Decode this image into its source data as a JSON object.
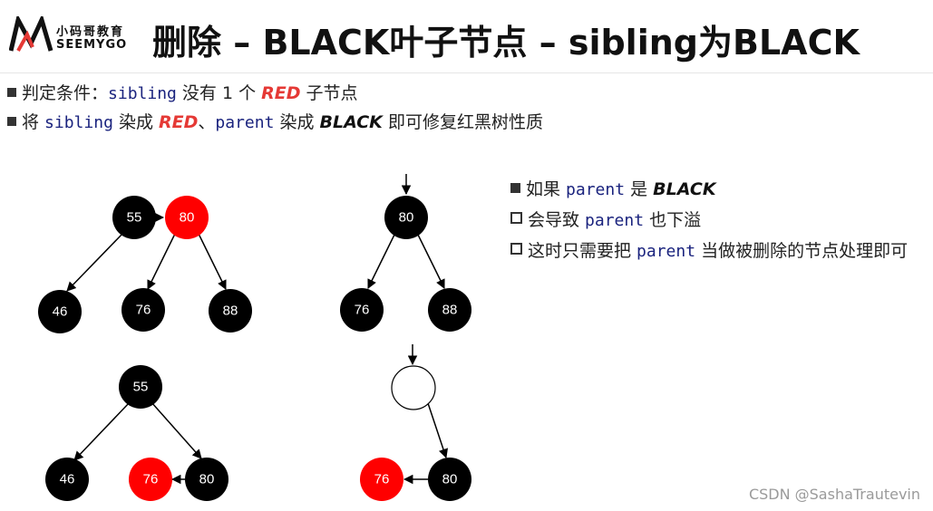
{
  "logo": {
    "cn": "小码哥教育",
    "en": "SEEMYGO"
  },
  "title": "删除 – BLACK叶子节点 – sibling为BLACK",
  "rules": [
    {
      "p1": "判定条件：",
      "c1": "sibling",
      "p2": " 没有 1 个 ",
      "k1": "RED",
      "p3": " 子节点"
    },
    {
      "p1": "将 ",
      "c1": "sibling",
      "p2": " 染成 ",
      "k1": "RED",
      "p3": "、",
      "c2": "parent",
      "p4": " 染成 ",
      "k2": "BLACK",
      "p5": " 即可修复红黑树性质"
    }
  ],
  "notes": [
    {
      "p1": "如果 ",
      "c1": "parent",
      "p2": " 是 ",
      "k1": "BLACK"
    },
    {
      "p1": "会导致 ",
      "c1": "parent",
      "p2": " 也下溢"
    },
    {
      "p1": "这时只需要把 ",
      "c1": "parent",
      "p2": " 当做被删除的节点处理即可"
    }
  ],
  "trees": {
    "a": {
      "n55": "55",
      "n80": "80",
      "n46": "46",
      "n76": "76",
      "n88": "88"
    },
    "b": {
      "n80": "80",
      "n76": "76",
      "n88": "88"
    },
    "c": {
      "n55": "55",
      "n46": "46",
      "n76": "76",
      "n80": "80"
    },
    "d": {
      "n76": "76",
      "n80": "80"
    }
  },
  "colors": {
    "red": "#ff0000",
    "black": "#000000",
    "keyword_red": "#e53935",
    "code": "#1a237e"
  },
  "watermark": "CSDN @SashaTrautevin"
}
